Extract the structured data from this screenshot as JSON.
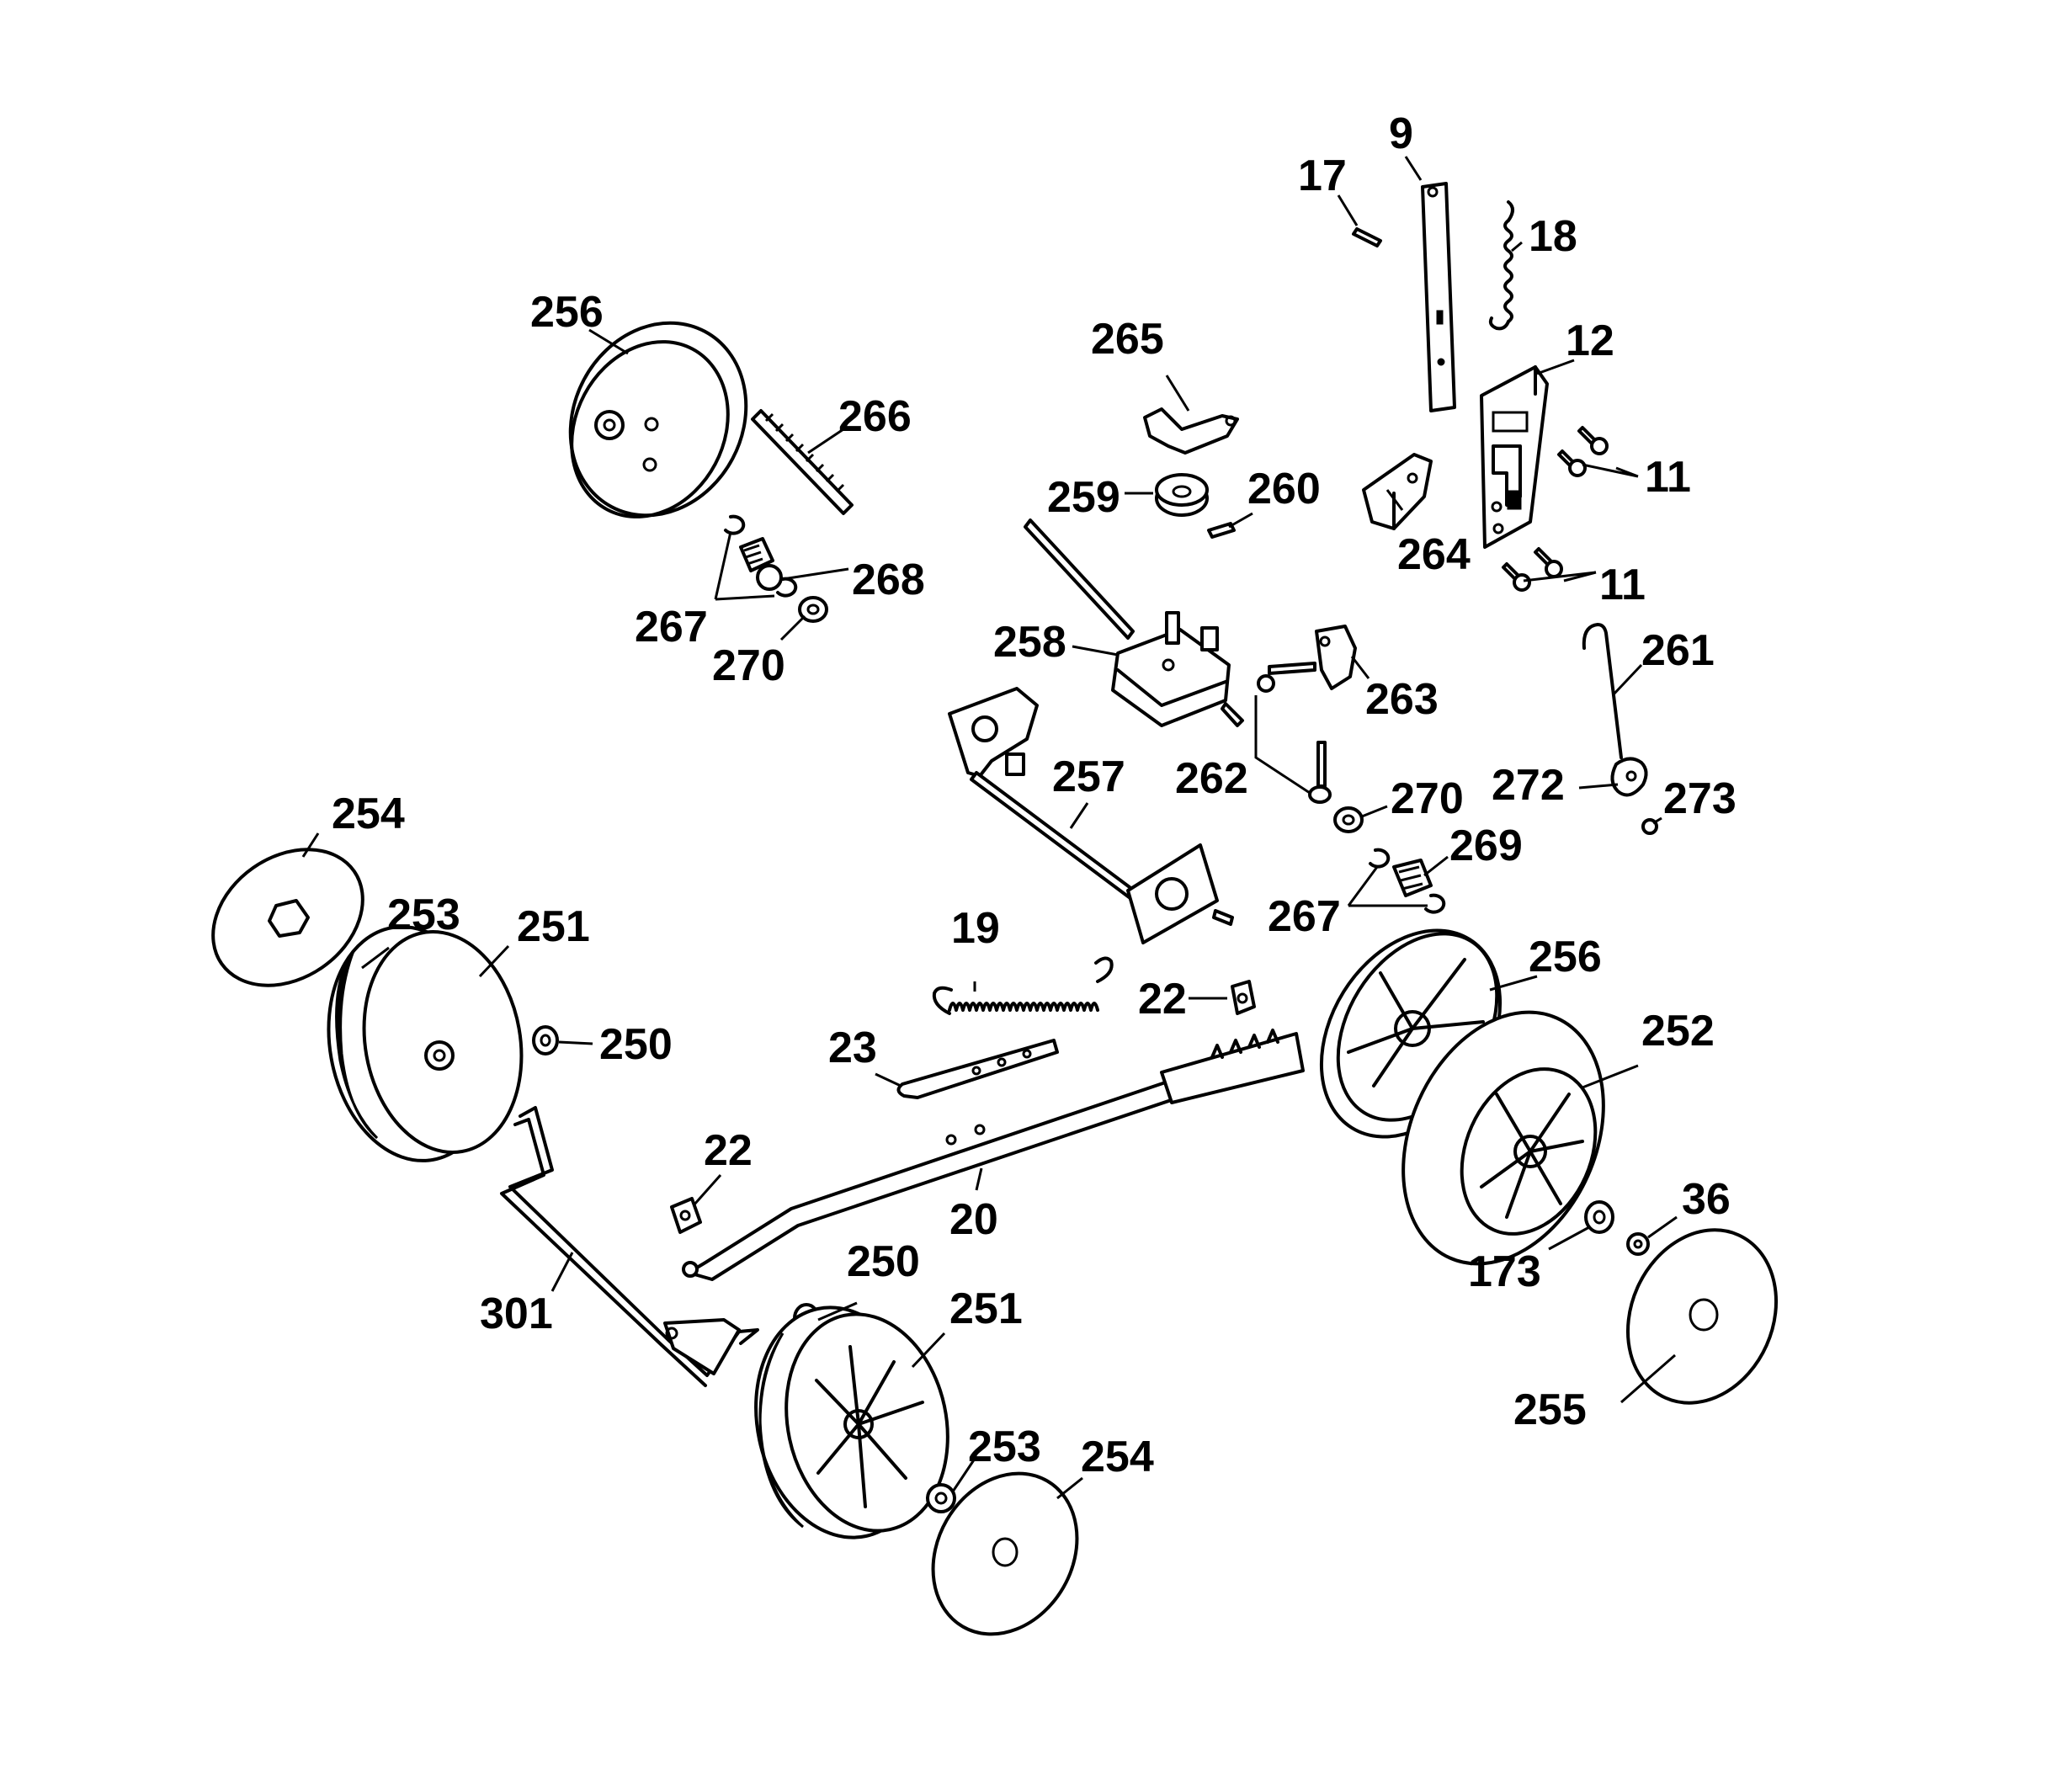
{
  "part_labels": {
    "p9": "9",
    "p17": "17",
    "p18": "18",
    "p12": "12",
    "p11_upper": "11",
    "p11_lower": "11",
    "p256_top": "256",
    "p265": "265",
    "p266": "266",
    "p259": "259",
    "p260": "260",
    "p264": "264",
    "p268": "268",
    "p267_upper": "267",
    "p270_upper": "270",
    "p258": "258",
    "p263": "263",
    "p261": "261",
    "p262": "262",
    "p270_mid": "270",
    "p272": "272",
    "p273": "273",
    "p257": "257",
    "p269": "269",
    "p267_lower": "267",
    "p254_left": "254",
    "p253_left": "253",
    "p251_left": "251",
    "p250_left": "250",
    "p19": "19",
    "p22_right": "22",
    "p256_right": "256",
    "p252": "252",
    "p23": "23",
    "p22_left": "22",
    "p20": "20",
    "p36": "36",
    "p173": "173",
    "p301": "301",
    "p250_bottom": "250",
    "p251_bottom": "251",
    "p255": "255",
    "p253_bottom": "253",
    "p254_bottom": "254"
  },
  "colors": {
    "ink": "#000000",
    "paper": "#ffffff"
  }
}
